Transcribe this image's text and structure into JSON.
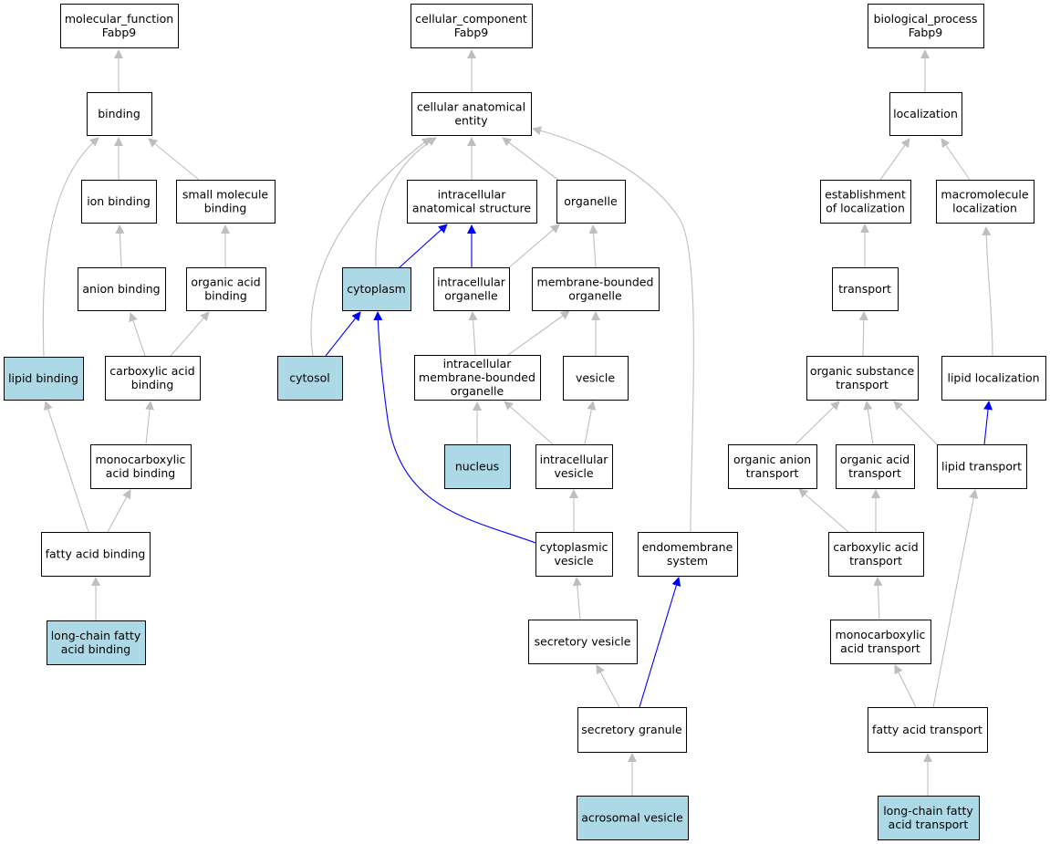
{
  "colors": {
    "node_fill": "#ffffff",
    "highlight_fill": "#add8e6",
    "node_border": "#000000",
    "edge_default": "#bebebe",
    "edge_highlight": "#0000ff"
  },
  "nodes": [
    {
      "id": "mf",
      "lines": [
        "molecular_function",
        "Fabp9"
      ],
      "highlight": false
    },
    {
      "id": "binding",
      "lines": [
        "binding"
      ],
      "highlight": false
    },
    {
      "id": "ion_binding",
      "lines": [
        "ion binding"
      ],
      "highlight": false
    },
    {
      "id": "small_molecule_binding",
      "lines": [
        "small molecule",
        "binding"
      ],
      "highlight": false
    },
    {
      "id": "anion_binding",
      "lines": [
        "anion binding"
      ],
      "highlight": false
    },
    {
      "id": "organic_acid_binding",
      "lines": [
        "organic acid",
        "binding"
      ],
      "highlight": false
    },
    {
      "id": "lipid_binding",
      "lines": [
        "lipid binding"
      ],
      "highlight": true
    },
    {
      "id": "carboxylic_acid_binding",
      "lines": [
        "carboxylic acid",
        "binding"
      ],
      "highlight": false
    },
    {
      "id": "monocarboxylic_acid_binding",
      "lines": [
        "monocarboxylic",
        "acid binding"
      ],
      "highlight": false
    },
    {
      "id": "fatty_acid_binding",
      "lines": [
        "fatty acid binding"
      ],
      "highlight": false
    },
    {
      "id": "lcfa_binding",
      "lines": [
        "long-chain fatty",
        "acid binding"
      ],
      "highlight": true
    },
    {
      "id": "cc",
      "lines": [
        "cellular_component",
        "Fabp9"
      ],
      "highlight": false
    },
    {
      "id": "cae",
      "lines": [
        "cellular anatomical",
        "entity"
      ],
      "highlight": false
    },
    {
      "id": "ias",
      "lines": [
        "intracellular",
        "anatomical structure"
      ],
      "highlight": false
    },
    {
      "id": "organelle",
      "lines": [
        "organelle"
      ],
      "highlight": false
    },
    {
      "id": "cytoplasm",
      "lines": [
        "cytoplasm"
      ],
      "highlight": true
    },
    {
      "id": "intracellular_organelle",
      "lines": [
        "intracellular",
        "organelle"
      ],
      "highlight": false
    },
    {
      "id": "mbo",
      "lines": [
        "membrane-bounded",
        "organelle"
      ],
      "highlight": false
    },
    {
      "id": "cytosol",
      "lines": [
        "cytosol"
      ],
      "highlight": true
    },
    {
      "id": "imbo",
      "lines": [
        "intracellular",
        "membrane-bounded",
        "organelle"
      ],
      "highlight": false
    },
    {
      "id": "vesicle",
      "lines": [
        "vesicle"
      ],
      "highlight": false
    },
    {
      "id": "nucleus",
      "lines": [
        "nucleus"
      ],
      "highlight": true
    },
    {
      "id": "intracellular_vesicle",
      "lines": [
        "intracellular",
        "vesicle"
      ],
      "highlight": false
    },
    {
      "id": "cytoplasmic_vesicle",
      "lines": [
        "cytoplasmic",
        "vesicle"
      ],
      "highlight": false
    },
    {
      "id": "endomembrane_system",
      "lines": [
        "endomembrane",
        "system"
      ],
      "highlight": false
    },
    {
      "id": "secretory_vesicle",
      "lines": [
        "secretory vesicle"
      ],
      "highlight": false
    },
    {
      "id": "secretory_granule",
      "lines": [
        "secretory granule"
      ],
      "highlight": false
    },
    {
      "id": "acrosomal_vesicle",
      "lines": [
        "acrosomal vesicle"
      ],
      "highlight": true
    },
    {
      "id": "bp",
      "lines": [
        "biological_process",
        "Fabp9"
      ],
      "highlight": false
    },
    {
      "id": "localization",
      "lines": [
        "localization"
      ],
      "highlight": false
    },
    {
      "id": "establishment",
      "lines": [
        "establishment",
        "of localization"
      ],
      "highlight": false
    },
    {
      "id": "macromolecule_localization",
      "lines": [
        "macromolecule",
        "localization"
      ],
      "highlight": false
    },
    {
      "id": "transport",
      "lines": [
        "transport"
      ],
      "highlight": false
    },
    {
      "id": "organic_substance_transport",
      "lines": [
        "organic substance",
        "transport"
      ],
      "highlight": false
    },
    {
      "id": "lipid_localization",
      "lines": [
        "lipid localization"
      ],
      "highlight": false
    },
    {
      "id": "organic_anion_transport",
      "lines": [
        "organic anion",
        "transport"
      ],
      "highlight": false
    },
    {
      "id": "organic_acid_transport",
      "lines": [
        "organic acid",
        "transport"
      ],
      "highlight": false
    },
    {
      "id": "lipid_transport",
      "lines": [
        "lipid transport"
      ],
      "highlight": false
    },
    {
      "id": "carboxylic_acid_transport",
      "lines": [
        "carboxylic acid",
        "transport"
      ],
      "highlight": false
    },
    {
      "id": "monocarboxylic_acid_transport",
      "lines": [
        "monocarboxylic",
        "acid transport"
      ],
      "highlight": false
    },
    {
      "id": "fatty_acid_transport",
      "lines": [
        "fatty acid transport"
      ],
      "highlight": false
    },
    {
      "id": "lcfa_transport",
      "lines": [
        "long-chain fatty",
        "acid transport"
      ],
      "highlight": true
    }
  ],
  "edges": [
    {
      "from": "binding",
      "to": "mf",
      "highlight": false
    },
    {
      "from": "ion_binding",
      "to": "binding",
      "highlight": false
    },
    {
      "from": "small_molecule_binding",
      "to": "binding",
      "highlight": false
    },
    {
      "from": "lipid_binding",
      "to": "binding",
      "highlight": false
    },
    {
      "from": "anion_binding",
      "to": "ion_binding",
      "highlight": false
    },
    {
      "from": "organic_acid_binding",
      "to": "small_molecule_binding",
      "highlight": false
    },
    {
      "from": "carboxylic_acid_binding",
      "to": "anion_binding",
      "highlight": false
    },
    {
      "from": "carboxylic_acid_binding",
      "to": "organic_acid_binding",
      "highlight": false
    },
    {
      "from": "monocarboxylic_acid_binding",
      "to": "carboxylic_acid_binding",
      "highlight": false
    },
    {
      "from": "fatty_acid_binding",
      "to": "lipid_binding",
      "highlight": false
    },
    {
      "from": "fatty_acid_binding",
      "to": "monocarboxylic_acid_binding",
      "highlight": false
    },
    {
      "from": "lcfa_binding",
      "to": "fatty_acid_binding",
      "highlight": false
    },
    {
      "from": "cae",
      "to": "cc",
      "highlight": false
    },
    {
      "from": "ias",
      "to": "cae",
      "highlight": false
    },
    {
      "from": "organelle",
      "to": "cae",
      "highlight": false
    },
    {
      "from": "cytoplasm",
      "to": "cae",
      "highlight": false
    },
    {
      "from": "cytosol",
      "to": "cae",
      "highlight": false
    },
    {
      "from": "endomembrane_system",
      "to": "cae",
      "highlight": false
    },
    {
      "from": "cytoplasm",
      "to": "ias",
      "highlight": true
    },
    {
      "from": "intracellular_organelle",
      "to": "ias",
      "highlight": true
    },
    {
      "from": "intracellular_organelle",
      "to": "organelle",
      "highlight": false
    },
    {
      "from": "mbo",
      "to": "organelle",
      "highlight": false
    },
    {
      "from": "cytosol",
      "to": "cytoplasm",
      "highlight": true
    },
    {
      "from": "imbo",
      "to": "intracellular_organelle",
      "highlight": false
    },
    {
      "from": "imbo",
      "to": "mbo",
      "highlight": false
    },
    {
      "from": "vesicle",
      "to": "mbo",
      "highlight": false
    },
    {
      "from": "nucleus",
      "to": "imbo",
      "highlight": false
    },
    {
      "from": "intracellular_vesicle",
      "to": "imbo",
      "highlight": false
    },
    {
      "from": "intracellular_vesicle",
      "to": "vesicle",
      "highlight": false
    },
    {
      "from": "cytoplasmic_vesicle",
      "to": "intracellular_vesicle",
      "highlight": false
    },
    {
      "from": "cytoplasmic_vesicle",
      "to": "cytoplasm",
      "highlight": true
    },
    {
      "from": "secretory_vesicle",
      "to": "cytoplasmic_vesicle",
      "highlight": false
    },
    {
      "from": "secretory_granule",
      "to": "secretory_vesicle",
      "highlight": false
    },
    {
      "from": "secretory_granule",
      "to": "endomembrane_system",
      "highlight": true
    },
    {
      "from": "acrosomal_vesicle",
      "to": "secretory_granule",
      "highlight": false
    },
    {
      "from": "localization",
      "to": "bp",
      "highlight": false
    },
    {
      "from": "establishment",
      "to": "localization",
      "highlight": false
    },
    {
      "from": "macromolecule_localization",
      "to": "localization",
      "highlight": false
    },
    {
      "from": "transport",
      "to": "establishment",
      "highlight": false
    },
    {
      "from": "organic_substance_transport",
      "to": "transport",
      "highlight": false
    },
    {
      "from": "lipid_localization",
      "to": "macromolecule_localization",
      "highlight": false
    },
    {
      "from": "organic_anion_transport",
      "to": "organic_substance_transport",
      "highlight": false
    },
    {
      "from": "organic_acid_transport",
      "to": "organic_substance_transport",
      "highlight": false
    },
    {
      "from": "lipid_transport",
      "to": "organic_substance_transport",
      "highlight": false
    },
    {
      "from": "lipid_transport",
      "to": "lipid_localization",
      "highlight": true
    },
    {
      "from": "carboxylic_acid_transport",
      "to": "organic_anion_transport",
      "highlight": false
    },
    {
      "from": "carboxylic_acid_transport",
      "to": "organic_acid_transport",
      "highlight": false
    },
    {
      "from": "monocarboxylic_acid_transport",
      "to": "carboxylic_acid_transport",
      "highlight": false
    },
    {
      "from": "fatty_acid_transport",
      "to": "monocarboxylic_acid_transport",
      "highlight": false
    },
    {
      "from": "fatty_acid_transport",
      "to": "lipid_transport",
      "highlight": false
    },
    {
      "from": "lcfa_transport",
      "to": "fatty_acid_transport",
      "highlight": false
    }
  ]
}
